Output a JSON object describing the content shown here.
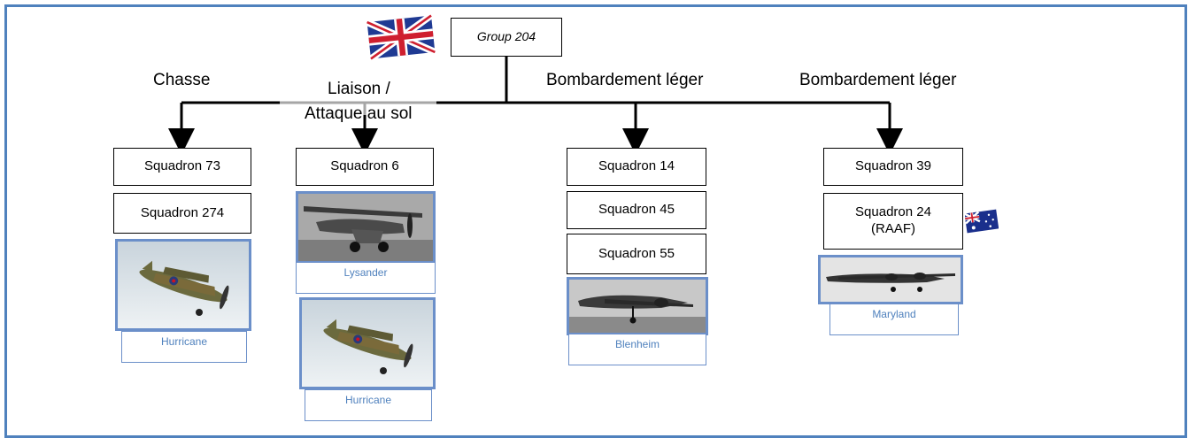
{
  "group": {
    "label": "Group 204"
  },
  "categories": {
    "chasse": "Chasse",
    "liaison_line1": "Liaison /",
    "liaison_line2": "Attaque au sol",
    "bombardement_1": "Bombardement léger",
    "bombardement_2": "Bombardement léger"
  },
  "squadrons": {
    "s73": "Squadron 73",
    "s274": "Squadron 274",
    "s6": "Squadron 6",
    "s14": "Squadron 14",
    "s45": "Squadron 45",
    "s55": "Squadron 55",
    "s39": "Squadron 39",
    "s24_line1": "Squadron 24",
    "s24_line2": "(RAAF)"
  },
  "aircraft": {
    "hurricane_1": "Hurricane",
    "lysander": "Lysander",
    "hurricane_2": "Hurricane",
    "blenheim": "Blenheim",
    "maryland": "Maryland"
  },
  "flags": {
    "uk": "uk-flag-icon",
    "australia": "australia-flag-icon"
  },
  "colors": {
    "frame": "#4f81bd",
    "caption_text": "#4f81bd",
    "grey_line": "#a6a6a6"
  }
}
